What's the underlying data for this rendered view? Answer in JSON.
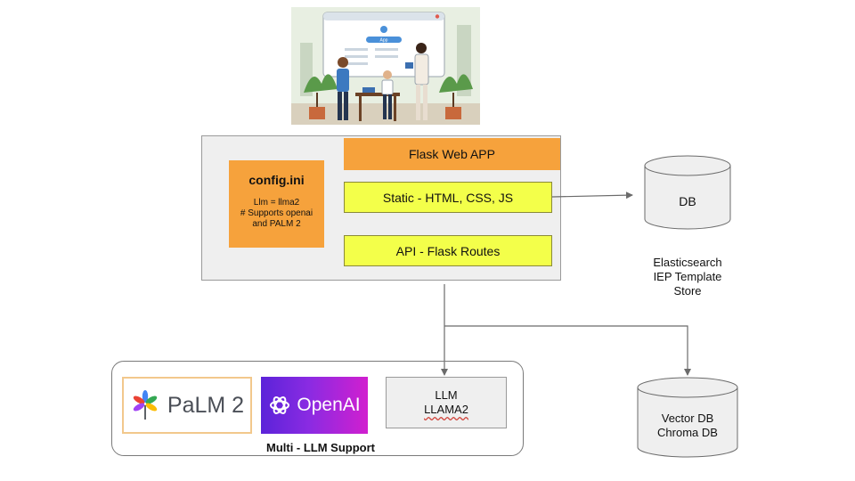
{
  "flask_app": {
    "title": "Flask Web APP",
    "static_label": "Static - HTML, CSS, JS",
    "api_label": "API - Flask Routes"
  },
  "config": {
    "title": "config.ini",
    "lines": [
      "Llm = llma2",
      "# Supports openai",
      "and PALM 2"
    ]
  },
  "databases": {
    "db_label": "DB",
    "db_caption": [
      "Elasticsearch",
      "IEP Template",
      "Store"
    ],
    "vector_db_lines": [
      "Vector DB",
      "Chroma DB"
    ]
  },
  "llms": {
    "palm_label": "PaLM 2",
    "openai_label": "OpenAI",
    "llama_lines": [
      "LLM",
      "LLAMA2"
    ],
    "group_label": "Multi - LLM Support"
  },
  "app_mock": {
    "button_label": "App"
  },
  "colors": {
    "orange": "#f6a23c",
    "yellow": "#f3ff4a",
    "box_gray": "#efefef",
    "openai_gradient": [
      "#5b23d9",
      "#d11fcf"
    ]
  },
  "icons": [
    "palm-flower-icon",
    "openai-knot-icon"
  ]
}
